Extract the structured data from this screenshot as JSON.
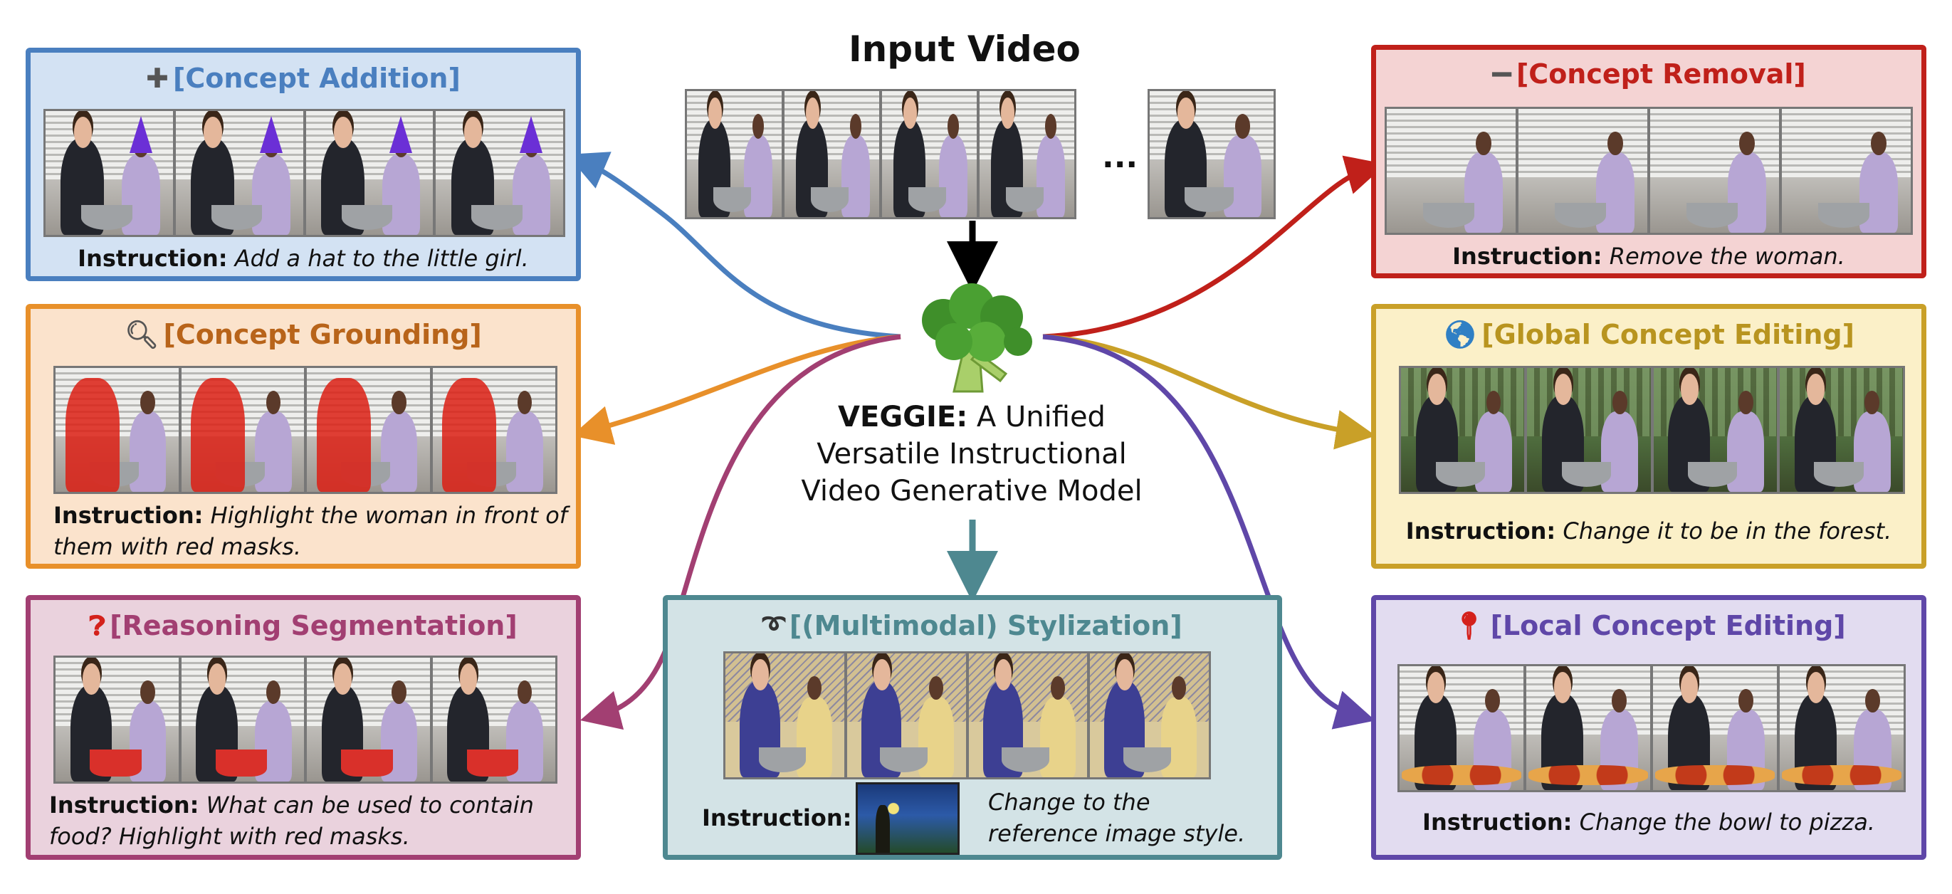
{
  "input_video": {
    "title": "Input Video",
    "ellipsis": "..."
  },
  "model": {
    "name": "VEGGIE:",
    "rest": "A Unified",
    "line2": "Versatile Instructional",
    "line3": "Video Generative Model"
  },
  "instruction_label": "Instruction:",
  "panels": {
    "concept_addition": {
      "icon": "plus-icon",
      "title": "[Concept Addition]",
      "instruction": "Add a hat to the little girl.",
      "color": "#4a7fbf",
      "bg": "#d3e2f3"
    },
    "concept_removal": {
      "icon": "minus-icon",
      "title": "[Concept Removal]",
      "instruction": "Remove the woman.",
      "color": "#c0201a",
      "bg": "#f4d3d3"
    },
    "concept_grounding": {
      "icon": "magnifier-icon",
      "title": "[Concept Grounding]",
      "instruction_line1": "Highlight the woman in front of",
      "instruction_line2": "them with red masks.",
      "color": "#e8902a",
      "title_color": "#b8641a",
      "bg": "#fbe3cc"
    },
    "global_editing": {
      "icon": "globe-icon",
      "title": "[Global Concept Editing]",
      "instruction": "Change it to be in the forest.",
      "color": "#c9a028",
      "title_color": "#b8941f",
      "bg": "#fbf0c8"
    },
    "reasoning_segmentation": {
      "icon": "question-icon",
      "title": "[Reasoning Segmentation]",
      "instruction_line1": "What can be used to contain",
      "instruction_line2": "food? Highlight with red masks.",
      "color": "#a23f72",
      "bg": "#ead2dd"
    },
    "stylization": {
      "icon": "curl-icon",
      "title": "[(Multimodal) Stylization]",
      "instruction_line1": "Change to the",
      "instruction_line2": "reference image style.",
      "color": "#4e8890",
      "bg": "#d3e3e6"
    },
    "local_editing": {
      "icon": "pin-icon",
      "title": "[Local Concept Editing]",
      "instruction": "Change the bowl to pizza.",
      "color": "#5f47a8",
      "bg": "#e2dcf0"
    }
  }
}
